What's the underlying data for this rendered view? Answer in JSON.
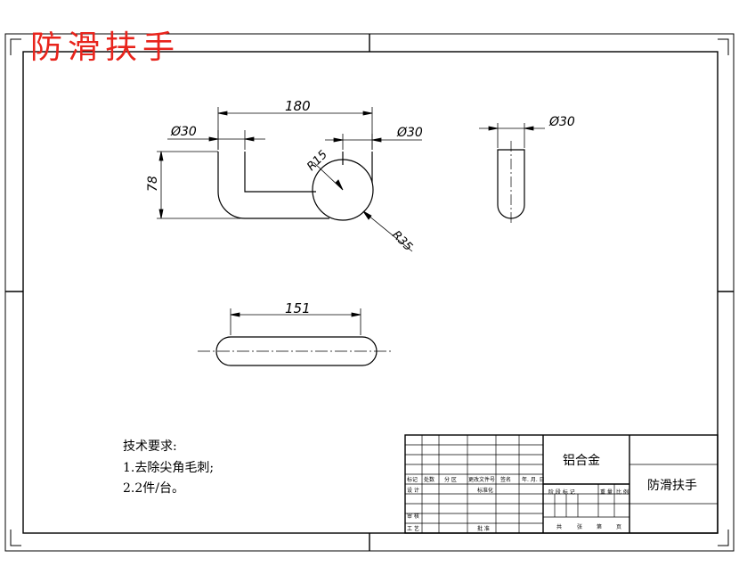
{
  "stamp": "防滑扶手",
  "dimensions": {
    "d180": "180",
    "d30_left": "Ø30",
    "d30_mid": "Ø30",
    "d30_right": "Ø30",
    "d78": "78",
    "r15": "R15",
    "r35": "R35",
    "d151": "151"
  },
  "tech_requirements": {
    "title": "技术要求:",
    "items": [
      "1.去除尖角毛刺;",
      "2.2件/台。"
    ]
  },
  "title_block": {
    "material": "铝合金",
    "part_name": "防滑扶手",
    "headers": [
      "标记",
      "处数",
      "分 区",
      "更改文件号",
      "签名",
      "年. 月. 日"
    ],
    "design": "设 计",
    "standardization": "标准化",
    "review": "审 核",
    "process": "工 艺",
    "approve": "批 准",
    "stage_labels": [
      "阶 段 标 记",
      "重 量",
      "比 例"
    ],
    "sheet_labels": [
      "共",
      "张",
      "第",
      "页"
    ]
  }
}
